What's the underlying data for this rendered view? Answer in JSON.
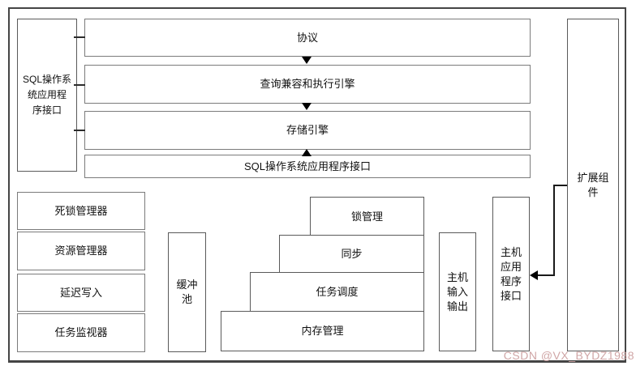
{
  "diagram": {
    "left_api": {
      "label": "SQL操作系\n统应用程\n序接口"
    },
    "top_stack": {
      "protocol": "协议",
      "query_engine": "查询兼容和执行引擎",
      "storage_engine": "存储引擎",
      "sql_api": "SQL操作系统应用程序接口"
    },
    "left_column": {
      "deadlock_manager": "死锁管理器",
      "resource_manager": "资源管理器",
      "lazy_write": "延迟写入",
      "task_monitor": "任务监视器"
    },
    "buffer_pool": "缓冲\n池",
    "kernel_stack": {
      "lock_management": "锁管理",
      "synchronization": "同步",
      "task_scheduling": "任务调度",
      "memory_management": "内存管理"
    },
    "host_io": "主机\n输入\n输出",
    "host_api": "主机\n应用\n程序\n接口",
    "extension_component": "扩展组\n件"
  },
  "watermark": "CSDN @VX_BYDZ1988",
  "colors": {
    "box_border": "#7b7b7b",
    "outer_border": "#454545",
    "arrow": "#000000",
    "watermark_text": "#d0a6a6"
  }
}
